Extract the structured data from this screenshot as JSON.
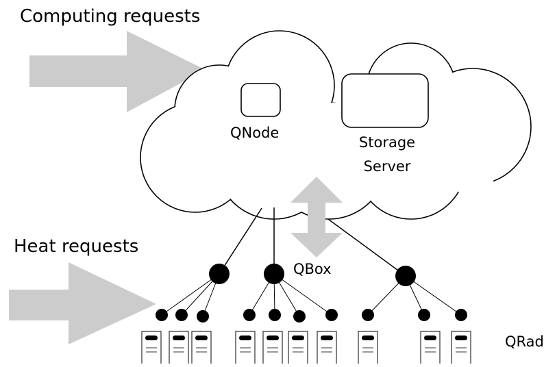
{
  "labels": {
    "computing_requests": "Computing requests",
    "heat_requests": "Heat requests",
    "qnode": "QNode",
    "storage_line1": "Storage",
    "storage_line2": "Server",
    "qbox": "QBox",
    "qrad": "QRad"
  },
  "colors": {
    "arrow_fill": "#cccccc",
    "stroke": "#000000",
    "background": "#ffffff"
  }
}
